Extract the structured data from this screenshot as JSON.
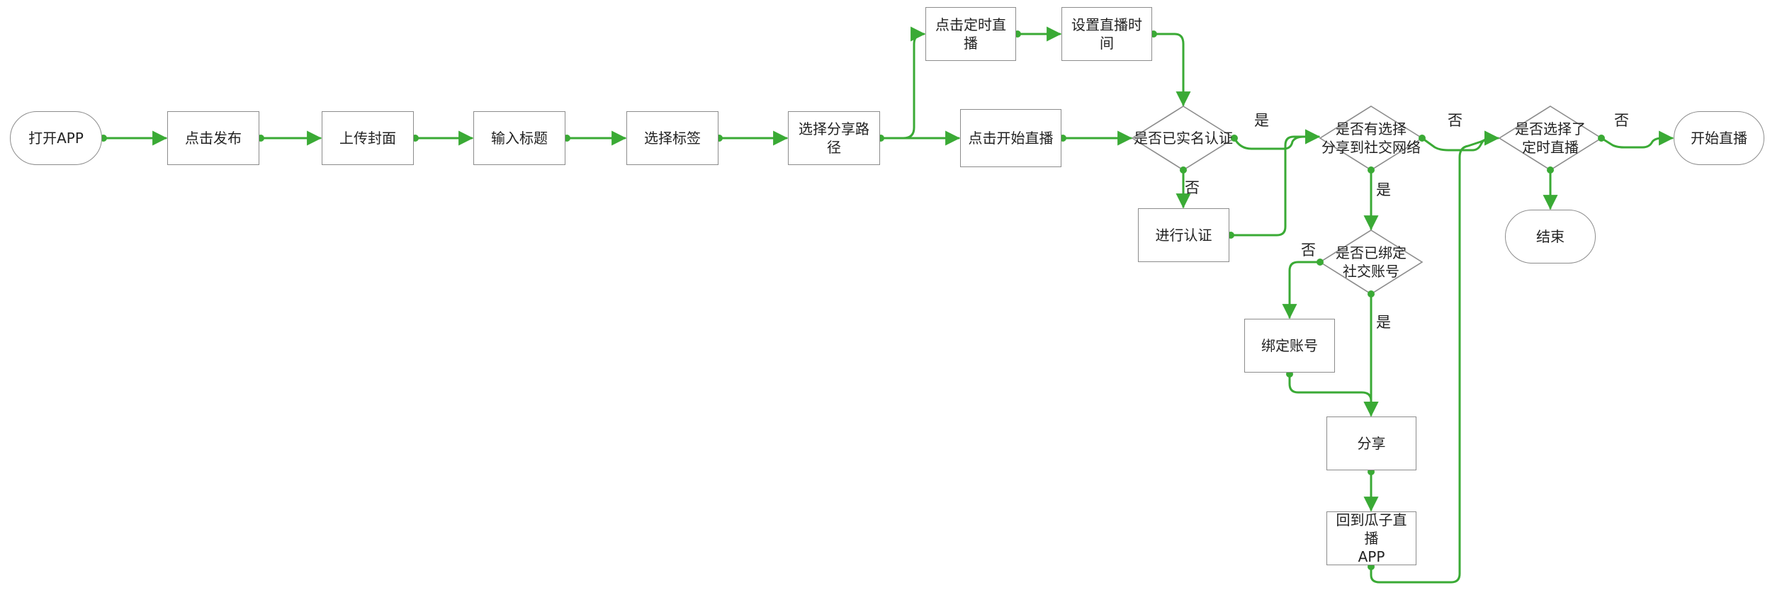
{
  "diagram": {
    "nodes": {
      "open_app": "打开APP",
      "click_publish": "点击发布",
      "upload_cover": "上传封面",
      "input_title": "输入标题",
      "select_tags": "选择标签",
      "select_share_path": "选择分享路径",
      "click_scheduled_live": "点击定时直播",
      "set_live_time": "设置直播时间",
      "click_start_live": "点击开始直播",
      "is_real_name_verified": "是否已实名认证",
      "do_verification": "进行认证",
      "selected_share_social": "是否有选择\n分享到社交网络",
      "is_social_bound": "是否已绑定\n社交账号",
      "bind_account": "绑定账号",
      "share": "分享",
      "return_to_app": "回到瓜子直播\nAPP",
      "selected_scheduled": "是否选择了\n定时直播",
      "end": "结束",
      "start_live": "开始直播"
    },
    "edge_labels": {
      "verified_yes": "是",
      "verified_no": "否",
      "share_no": "否",
      "share_yes": "是",
      "bound_no": "否",
      "bound_yes": "是",
      "scheduled_no": "否"
    },
    "colors": {
      "connector": "#3aaa35",
      "border": "#8c8c8c"
    }
  }
}
